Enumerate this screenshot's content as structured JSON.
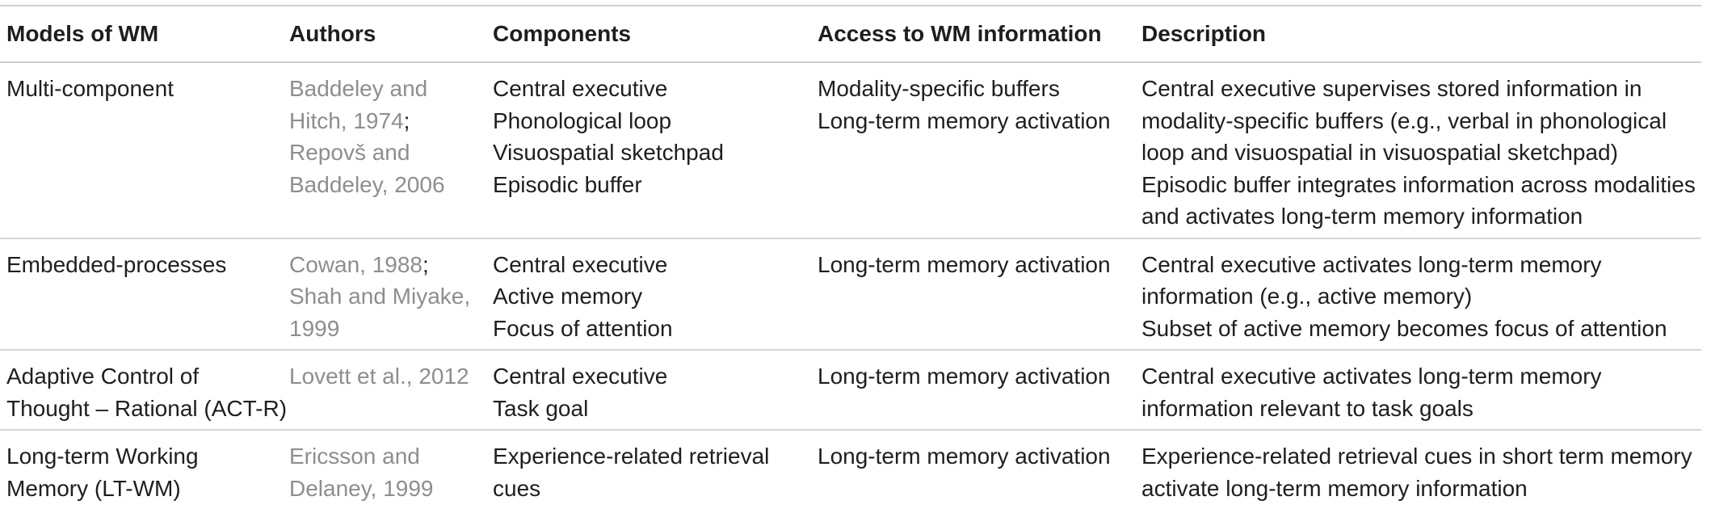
{
  "table": {
    "headers": [
      "Models of WM",
      "Authors",
      "Components",
      "Access to WM information",
      "Description"
    ],
    "rows": [
      {
        "model": [
          "Multi-component"
        ],
        "authors": [
          {
            "text": "Baddeley and",
            "sep": ""
          },
          {
            "text": "Hitch, 1974",
            "sep": ";"
          },
          {
            "text": "Repovš and",
            "sep": ""
          },
          {
            "text": "Baddeley, 2006",
            "sep": ""
          }
        ],
        "components": [
          "Central executive",
          "Phonological loop",
          "Visuospatial sketchpad",
          "Episodic buffer"
        ],
        "access": [
          "Modality-specific buffers",
          "Long-term memory activation"
        ],
        "description": [
          "Central executive supervises stored information in",
          "modality-specific buffers (e.g., verbal in phonological",
          "loop and visuospatial in visuospatial sketchpad)",
          "Episodic buffer integrates information across modalities",
          "and activates long-term memory information"
        ]
      },
      {
        "model": [
          "Embedded-processes"
        ],
        "authors": [
          {
            "text": "Cowan, 1988",
            "sep": ";"
          },
          {
            "text": "Shah and Miyake,",
            "sep": ""
          },
          {
            "text": "1999",
            "sep": ""
          }
        ],
        "components": [
          "Central executive",
          "Active memory",
          "Focus of attention"
        ],
        "access": [
          "Long-term memory activation"
        ],
        "description": [
          "Central executive activates long-term memory",
          "information (e.g., active memory)",
          "Subset of active memory becomes focus of attention"
        ]
      },
      {
        "model": [
          "Adaptive Control of",
          "Thought – Rational (ACT-R)"
        ],
        "authors": [
          {
            "text": "Lovett et al., 2012",
            "sep": ""
          }
        ],
        "components": [
          "Central executive",
          "Task goal"
        ],
        "access": [
          "Long-term memory activation"
        ],
        "description": [
          "Central executive activates long-term memory",
          "information relevant to task goals"
        ]
      },
      {
        "model": [
          "Long-term Working",
          "Memory (LT-WM)"
        ],
        "authors": [
          {
            "text": "Ericsson and",
            "sep": ""
          },
          {
            "text": "Delaney, 1999",
            "sep": ""
          }
        ],
        "components": [
          "Experience-related retrieval",
          "cues"
        ],
        "access": [
          "Long-term memory activation"
        ],
        "description": [
          "Experience-related retrieval cues in short term memory",
          "activate long-term memory information"
        ]
      }
    ]
  }
}
